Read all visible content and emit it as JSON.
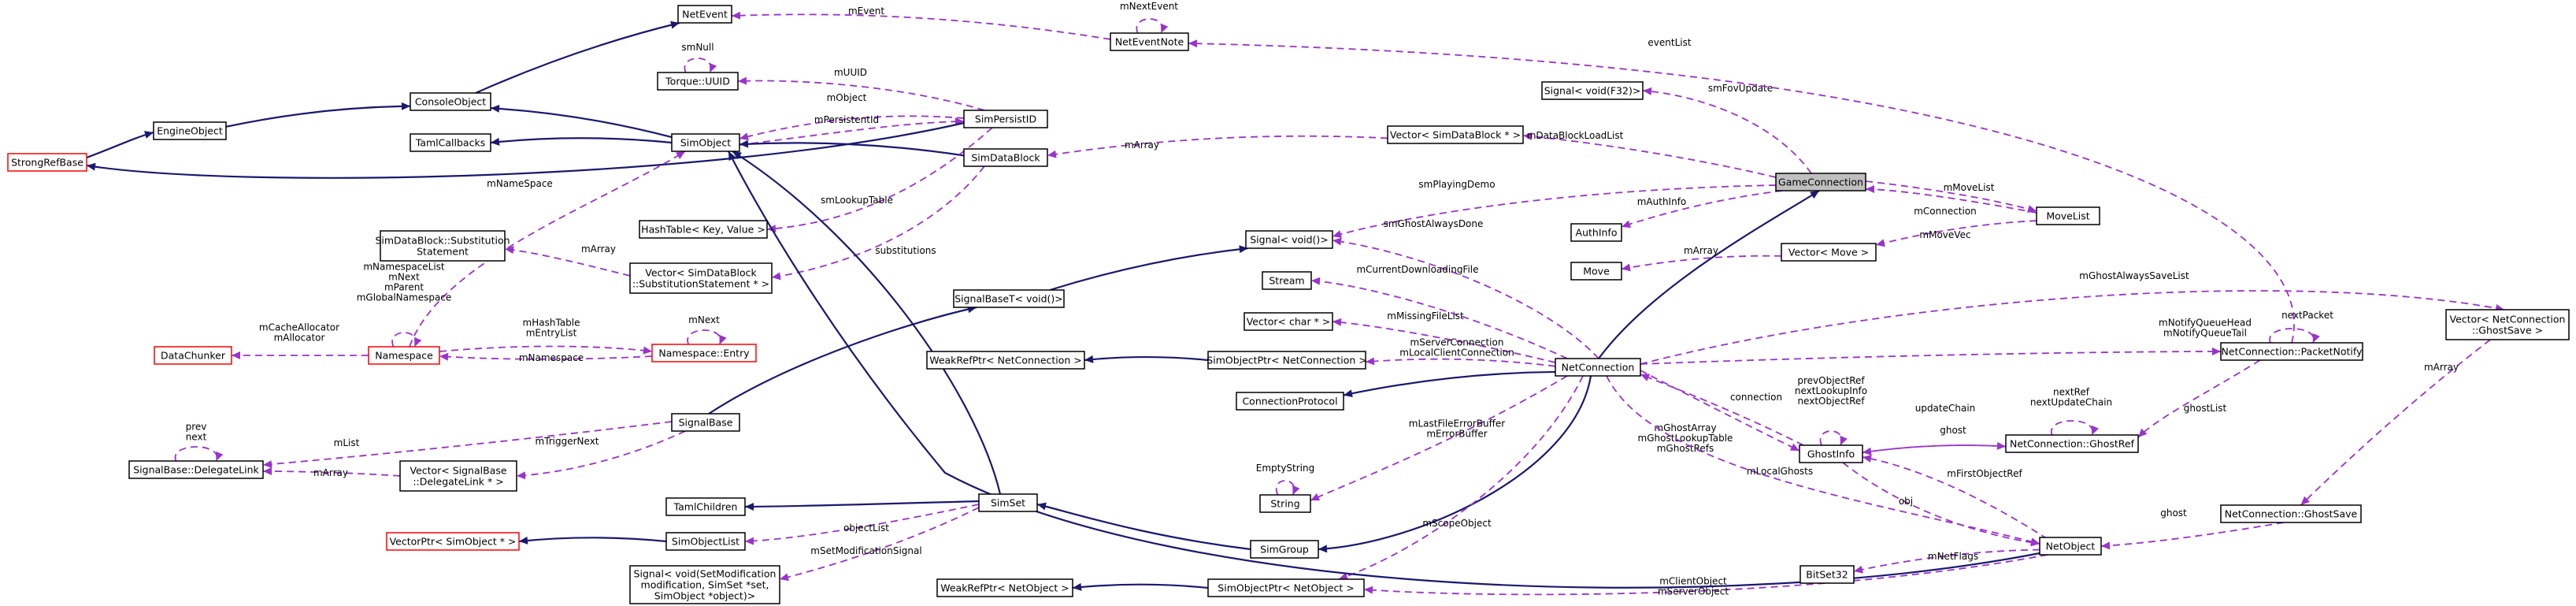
{
  "diagram": {
    "title": "",
    "nodes": [
      {
        "id": "NetEvent",
        "label": [
          "NetEvent"
        ]
      },
      {
        "id": "NetEventNote",
        "label": [
          "NetEventNote"
        ]
      },
      {
        "id": "ConsoleObject",
        "label": [
          "ConsoleObject"
        ]
      },
      {
        "id": "EngineObject",
        "label": [
          "EngineObject"
        ]
      },
      {
        "id": "StrongRefBase",
        "label": [
          "StrongRefBase"
        ],
        "missing": true
      },
      {
        "id": "TorqueUUID",
        "label": [
          "Torque::UUID"
        ]
      },
      {
        "id": "TamlCallbacks",
        "label": [
          "TamlCallbacks"
        ]
      },
      {
        "id": "SimObject",
        "label": [
          "SimObject"
        ]
      },
      {
        "id": "SimPersistID",
        "label": [
          "SimPersistID"
        ]
      },
      {
        "id": "SimDataBlock",
        "label": [
          "SimDataBlock"
        ]
      },
      {
        "id": "SignalVoidF32",
        "label": [
          "Signal< void(F32)>"
        ]
      },
      {
        "id": "VectorSimDataBlockPtr",
        "label": [
          "Vector< SimDataBlock * >"
        ]
      },
      {
        "id": "GameConnection",
        "label": [
          "GameConnection"
        ],
        "focus": true
      },
      {
        "id": "HashTableKeyValue",
        "label": [
          "HashTable< Key, Value >"
        ]
      },
      {
        "id": "SubstitutionStatement",
        "label": [
          "SimDataBlock::Substitution",
          "Statement"
        ]
      },
      {
        "id": "VectorSubstitution",
        "label": [
          "Vector< SimDataBlock",
          "::SubstitutionStatement * >"
        ]
      },
      {
        "id": "AuthInfo",
        "label": [
          "AuthInfo"
        ]
      },
      {
        "id": "MoveList",
        "label": [
          "MoveList"
        ]
      },
      {
        "id": "SignalVoid",
        "label": [
          "Signal< void()>"
        ]
      },
      {
        "id": "Move",
        "label": [
          "Move"
        ]
      },
      {
        "id": "VectorMove",
        "label": [
          "Vector< Move >"
        ]
      },
      {
        "id": "SignalBaseTVoid",
        "label": [
          "SignalBaseT< void()>"
        ]
      },
      {
        "id": "Stream",
        "label": [
          "Stream"
        ]
      },
      {
        "id": "VectorChar",
        "label": [
          "Vector< char * >"
        ]
      },
      {
        "id": "DataChunker",
        "label": [
          "DataChunker"
        ],
        "missing": true
      },
      {
        "id": "Namespace",
        "label": [
          "Namespace"
        ],
        "missing": true
      },
      {
        "id": "NamespaceEntry",
        "label": [
          "Namespace::Entry"
        ],
        "missing": true
      },
      {
        "id": "WeakRefPtrNetConnection",
        "label": [
          "WeakRefPtr< NetConnection >"
        ]
      },
      {
        "id": "SimObjectPtrNetConnection",
        "label": [
          "SimObjectPtr< NetConnection >"
        ]
      },
      {
        "id": "NetConnection",
        "label": [
          "NetConnection"
        ]
      },
      {
        "id": "PacketNotify",
        "label": [
          "NetConnection::PacketNotify"
        ]
      },
      {
        "id": "VectorGhostSave",
        "label": [
          "Vector< NetConnection",
          "::GhostSave >"
        ]
      },
      {
        "id": "ConnectionProtocol",
        "label": [
          "ConnectionProtocol"
        ]
      },
      {
        "id": "SignalBase",
        "label": [
          "SignalBase"
        ]
      },
      {
        "id": "GhostInfo",
        "label": [
          "GhostInfo"
        ]
      },
      {
        "id": "GhostRef",
        "label": [
          "NetConnection::GhostRef"
        ]
      },
      {
        "id": "DelegateLink",
        "label": [
          "SignalBase::DelegateLink"
        ]
      },
      {
        "id": "VectorDelegateLink",
        "label": [
          "Vector< SignalBase",
          "::DelegateLink * >"
        ]
      },
      {
        "id": "GhostSave",
        "label": [
          "NetConnection::GhostSave"
        ]
      },
      {
        "id": "String",
        "label": [
          "String"
        ]
      },
      {
        "id": "TamlChildren",
        "label": [
          "TamlChildren"
        ]
      },
      {
        "id": "VectorPtrSimObject",
        "label": [
          "VectorPtr< SimObject * >"
        ],
        "missing": true
      },
      {
        "id": "SimObjectList",
        "label": [
          "SimObjectList"
        ]
      },
      {
        "id": "SimSet",
        "label": [
          "SimSet"
        ]
      },
      {
        "id": "SimGroup",
        "label": [
          "SimGroup"
        ]
      },
      {
        "id": "BitSet32",
        "label": [
          "BitSet32"
        ]
      },
      {
        "id": "NetObject",
        "label": [
          "NetObject"
        ]
      },
      {
        "id": "SignalSetModification",
        "label": [
          "Signal< void(SetModification",
          "modification, SimSet *set,",
          "SimObject *object)>"
        ]
      },
      {
        "id": "WeakRefPtrNetObject",
        "label": [
          "WeakRefPtr< NetObject >"
        ]
      },
      {
        "id": "SimObjectPtrNetObject",
        "label": [
          "SimObjectPtr< NetObject >"
        ]
      }
    ],
    "edges": [
      {
        "from": "NetEventNote",
        "to": "NetEvent",
        "kind": "usage",
        "label": [
          "mEvent"
        ]
      },
      {
        "from": "NetEventNote",
        "to": "NetEventNote",
        "kind": "usage",
        "label": [
          "mNextEvent"
        ]
      },
      {
        "from": "ConsoleObject",
        "to": "NetEvent",
        "kind": "inherit",
        "label": []
      },
      {
        "from": "EngineObject",
        "to": "ConsoleObject",
        "kind": "inherit",
        "label": []
      },
      {
        "from": "StrongRefBase",
        "to": "EngineObject",
        "kind": "inherit",
        "label": []
      },
      {
        "from": "TorqueUUID",
        "to": "TorqueUUID",
        "kind": "usage",
        "label": [
          "smNull"
        ]
      },
      {
        "from": "SimPersistID",
        "to": "TorqueUUID",
        "kind": "usage",
        "label": [
          "mUUID"
        ]
      },
      {
        "from": "SimObject",
        "to": "ConsoleObject",
        "kind": "inherit",
        "label": []
      },
      {
        "from": "SimObject",
        "to": "TamlCallbacks",
        "kind": "inherit",
        "label": []
      },
      {
        "from": "SimPersistID",
        "to": "SimObject",
        "kind": "usage",
        "label": [
          "mObject"
        ]
      },
      {
        "from": "SimObject",
        "to": "SimPersistID",
        "kind": "usage",
        "label": [
          "mPersistentId"
        ]
      },
      {
        "from": "SimPersistID",
        "to": "StrongRefBase",
        "kind": "inherit",
        "label": []
      },
      {
        "from": "SimDataBlock",
        "to": "SimObject",
        "kind": "inherit",
        "label": []
      },
      {
        "from": "VectorSimDataBlockPtr",
        "to": "SimDataBlock",
        "kind": "usage",
        "label": [
          "mArray"
        ]
      },
      {
        "from": "GameConnection",
        "to": "VectorSimDataBlockPtr",
        "kind": "usage",
        "label": [
          "mDataBlockLoadList"
        ]
      },
      {
        "from": "GameConnection",
        "to": "SignalVoidF32",
        "kind": "usage",
        "label": [
          "smFovUpdate"
        ]
      },
      {
        "from": "GameConnection",
        "to": "SignalVoid",
        "kind": "usage",
        "label": [
          "smPlayingDemo"
        ]
      },
      {
        "from": "GameConnection",
        "to": "AuthInfo",
        "kind": "usage",
        "label": [
          "mAuthInfo"
        ]
      },
      {
        "from": "GameConnection",
        "to": "MoveList",
        "kind": "usage",
        "label": [
          "mMoveList"
        ]
      },
      {
        "from": "MoveList",
        "to": "GameConnection",
        "kind": "usage",
        "label": [
          "mConnection"
        ]
      },
      {
        "from": "MoveList",
        "to": "VectorMove",
        "kind": "usage",
        "label": [
          "mMoveVec"
        ]
      },
      {
        "from": "VectorMove",
        "to": "Move",
        "kind": "usage",
        "label": [
          "mArray"
        ]
      },
      {
        "from": "NetConnection",
        "to": "GameConnection",
        "kind": "inherit",
        "label": []
      },
      {
        "from": "SimPersistID",
        "to": "HashTableKeyValue",
        "kind": "usage",
        "label": [
          "smLookupTable"
        ]
      },
      {
        "from": "VectorSubstitution",
        "to": "SubstitutionStatement",
        "kind": "usage",
        "label": [
          "mArray"
        ]
      },
      {
        "from": "SimDataBlock",
        "to": "VectorSubstitution",
        "kind": "usage",
        "label": [
          "substitutions"
        ]
      },
      {
        "from": "Namespace",
        "to": "SimObject",
        "kind": "usage",
        "label": [
          "mNameSpace"
        ]
      },
      {
        "from": "SignalBaseTVoid",
        "to": "SignalVoid",
        "kind": "inherit",
        "label": []
      },
      {
        "from": "NetConnection",
        "to": "SignalVoid",
        "kind": "usage",
        "label": [
          "smGhostAlwaysDone"
        ]
      },
      {
        "from": "NetConnection",
        "to": "Stream",
        "kind": "usage",
        "label": [
          "mCurrentDownloadingFile"
        ]
      },
      {
        "from": "NetConnection",
        "to": "VectorChar",
        "kind": "usage",
        "label": [
          "mMissingFileList"
        ]
      },
      {
        "from": "Namespace",
        "to": "DataChunker",
        "kind": "usage",
        "label": [
          "mCacheAllocator",
          "mAllocator"
        ]
      },
      {
        "from": "Namespace",
        "to": "Namespace",
        "kind": "usage",
        "label": [
          "mNamespaceList",
          "mNext",
          "mParent",
          "mGlobalNamespace"
        ]
      },
      {
        "from": "Namespace",
        "to": "NamespaceEntry",
        "kind": "usage",
        "label": [
          "mHashTable",
          "mEntryList"
        ]
      },
      {
        "from": "NamespaceEntry",
        "to": "Namespace",
        "kind": "usage",
        "label": [
          "mNamespace"
        ]
      },
      {
        "from": "NamespaceEntry",
        "to": "NamespaceEntry",
        "kind": "usage",
        "label": [
          "mNext"
        ]
      },
      {
        "from": "SimObjectPtrNetConnection",
        "to": "WeakRefPtrNetConnection",
        "kind": "inherit",
        "label": []
      },
      {
        "from": "NetConnection",
        "to": "SimObjectPtrNetConnection",
        "kind": "usage",
        "label": [
          "mServerConnection",
          "mLocalClientConnection"
        ]
      },
      {
        "from": "NetConnection",
        "to": "ConnectionProtocol",
        "kind": "inherit",
        "label": []
      },
      {
        "from": "NetConnection",
        "to": "PacketNotify",
        "kind": "usage",
        "label": [
          "mNotifyQueueHead",
          "mNotifyQueueTail"
        ]
      },
      {
        "from": "PacketNotify",
        "to": "NetEventNote",
        "kind": "usage",
        "label": [
          "eventList"
        ]
      },
      {
        "from": "PacketNotify",
        "to": "PacketNotify",
        "kind": "usage",
        "label": [
          "nextPacket"
        ]
      },
      {
        "from": "NetConnection",
        "to": "VectorGhostSave",
        "kind": "usage",
        "label": [
          "mGhostAlwaysSaveList"
        ]
      },
      {
        "from": "VectorGhostSave",
        "to": "GhostSave",
        "kind": "usage",
        "label": [
          "mArray"
        ]
      },
      {
        "from": "SignalBase",
        "to": "SignalBaseTVoid",
        "kind": "inherit",
        "label": []
      },
      {
        "from": "SignalBase",
        "to": "DelegateLink",
        "kind": "usage",
        "label": [
          "mList"
        ]
      },
      {
        "from": "SignalBase",
        "to": "VectorDelegateLink",
        "kind": "usage",
        "label": [
          "mTriggerNext"
        ]
      },
      {
        "from": "VectorDelegateLink",
        "to": "DelegateLink",
        "kind": "usage",
        "label": [
          "mArray"
        ]
      },
      {
        "from": "DelegateLink",
        "to": "DelegateLink",
        "kind": "usage",
        "label": [
          "prev",
          "next"
        ]
      },
      {
        "from": "GhostInfo",
        "to": "NetConnection",
        "kind": "usage",
        "label": [
          "connection"
        ]
      },
      {
        "from": "NetConnection",
        "to": "GhostInfo",
        "kind": "usage",
        "label": [
          "mGhostArray",
          "mGhostLookupTable",
          "mGhostRefs"
        ]
      },
      {
        "from": "GhostInfo",
        "to": "GhostInfo",
        "kind": "usage",
        "label": [
          "prevObjectRef",
          "nextLookupInfo",
          "nextObjectRef"
        ]
      },
      {
        "from": "GhostRef",
        "to": "GhostInfo",
        "kind": "usage",
        "label": [
          "ghost"
        ]
      },
      {
        "from": "GhostInfo",
        "to": "GhostRef",
        "kind": "usage",
        "label": [
          "updateChain"
        ]
      },
      {
        "from": "GhostRef",
        "to": "GhostRef",
        "kind": "usage",
        "label": [
          "nextRef",
          "nextUpdateChain"
        ]
      },
      {
        "from": "PacketNotify",
        "to": "GhostRef",
        "kind": "usage",
        "label": [
          "ghostList"
        ]
      },
      {
        "from": "NetConnection",
        "to": "String",
        "kind": "usage",
        "label": [
          "mLastFileErrorBuffer",
          "mErrorBuffer"
        ]
      },
      {
        "from": "String",
        "to": "String",
        "kind": "usage",
        "label": [
          "EmptyString"
        ]
      },
      {
        "from": "SimObjectList",
        "to": "VectorPtrSimObject",
        "kind": "inherit",
        "label": []
      },
      {
        "from": "SimSet",
        "to": "SimObjectList",
        "kind": "usage",
        "label": [
          "objectList"
        ]
      },
      {
        "from": "SimSet",
        "to": "SimObject",
        "kind": "inherit",
        "label": []
      },
      {
        "from": "SimSet",
        "to": "TamlChildren",
        "kind": "inherit",
        "label": []
      },
      {
        "from": "SimSet",
        "to": "SignalSetModification",
        "kind": "usage",
        "label": [
          "mSetModificationSignal"
        ]
      },
      {
        "from": "SimGroup",
        "to": "SimSet",
        "kind": "inherit",
        "label": []
      },
      {
        "from": "NetConnection",
        "to": "SimGroup",
        "kind": "inherit",
        "label": []
      },
      {
        "from": "NetConnection",
        "to": "SimObjectPtrNetObject",
        "kind": "usage",
        "label": [
          "mScopeObject"
        ]
      },
      {
        "from": "SimObjectPtrNetObject",
        "to": "WeakRefPtrNetObject",
        "kind": "inherit",
        "label": []
      },
      {
        "from": "NetObject",
        "to": "SimObjectPtrNetObject",
        "kind": "usage",
        "label": [
          "mClientObject",
          "mServerObject"
        ]
      },
      {
        "from": "NetObject",
        "to": "SimObject",
        "kind": "inherit",
        "label": []
      },
      {
        "from": "NetObject",
        "to": "BitSet32",
        "kind": "usage",
        "label": [
          "mNetFlags"
        ]
      },
      {
        "from": "NetObject",
        "to": "GhostInfo",
        "kind": "usage",
        "label": [
          "mFirstObjectRef"
        ]
      },
      {
        "from": "GhostInfo",
        "to": "NetObject",
        "kind": "usage",
        "label": [
          "obj"
        ]
      },
      {
        "from": "NetConnection",
        "to": "NetObject",
        "kind": "usage",
        "label": [
          "mLocalGhosts"
        ]
      },
      {
        "from": "GhostSave",
        "to": "NetObject",
        "kind": "usage",
        "label": [
          "ghost"
        ]
      }
    ]
  }
}
